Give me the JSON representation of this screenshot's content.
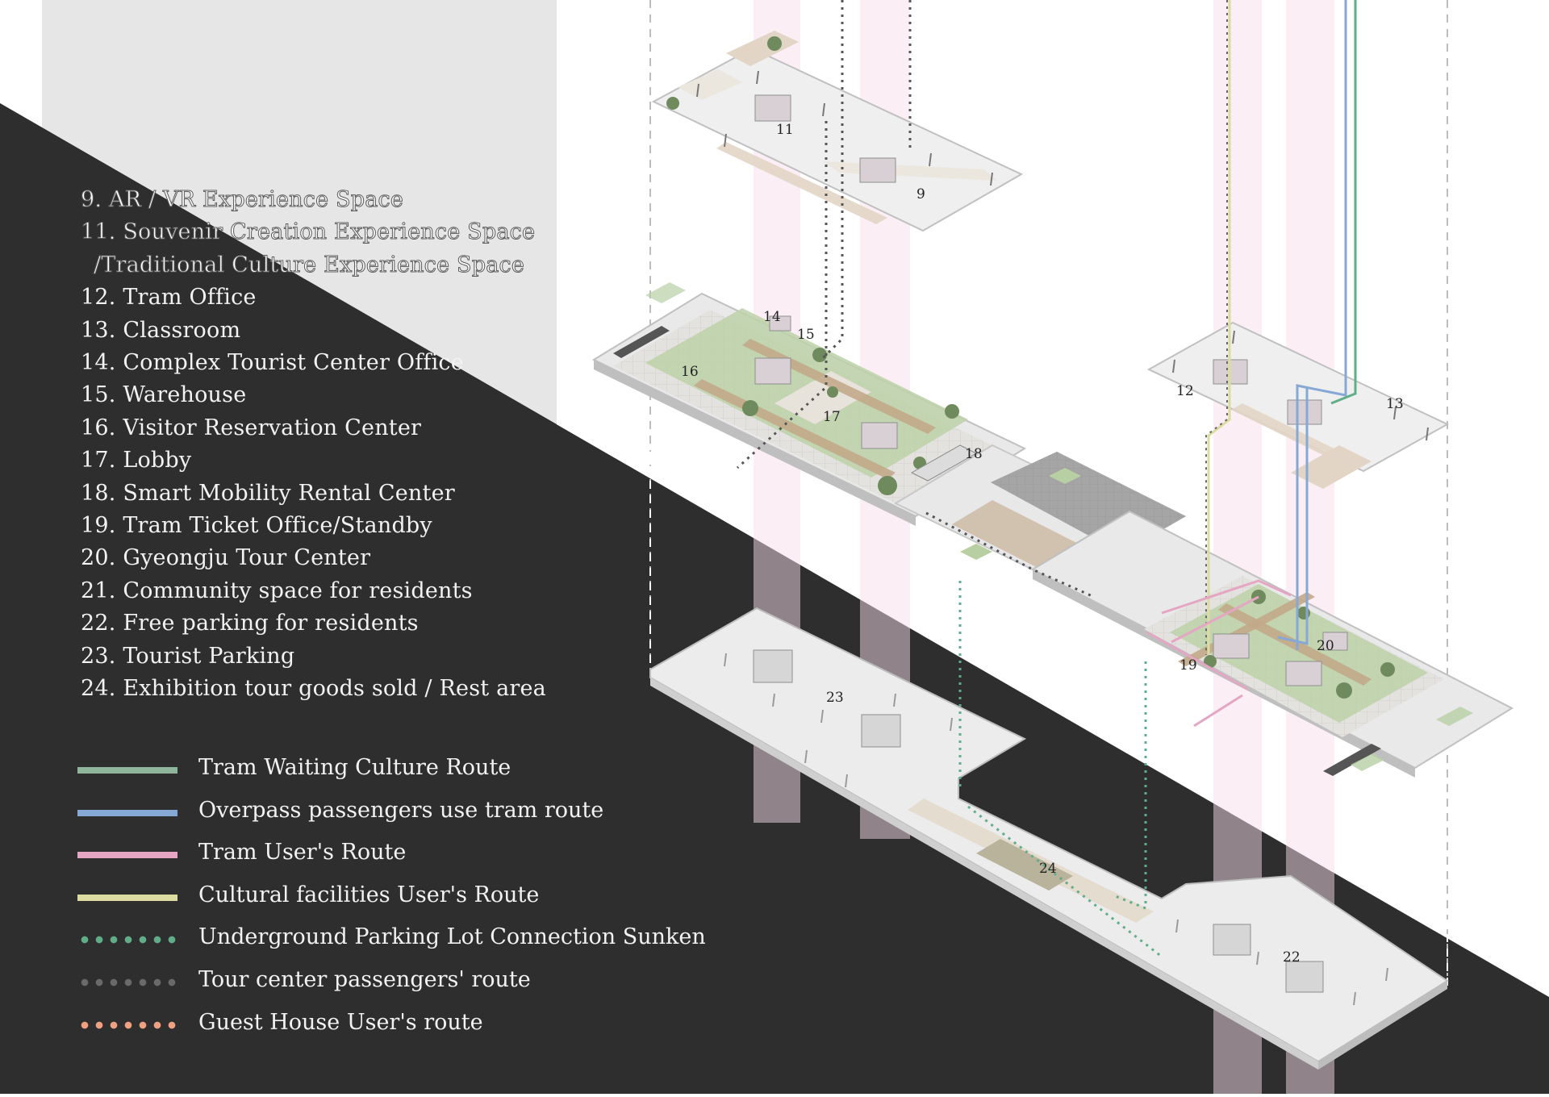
{
  "space_legend": [
    {
      "text": "9. AR / VR Experience Space",
      "style": "outlined"
    },
    {
      "text": "11. Souvenir Creation Experience Space",
      "style": "outlined"
    },
    {
      "text": "/Traditional Culture Experience Space",
      "style": "outlined-cont"
    },
    {
      "text": "12. Tram Office",
      "style": "plain"
    },
    {
      "text": "13. Classroom",
      "style": "plain"
    },
    {
      "text": "14. Complex Tourist Center Office",
      "style": "plain"
    },
    {
      "text": "15. Warehouse",
      "style": "plain"
    },
    {
      "text": "16. Visitor Reservation Center",
      "style": "plain"
    },
    {
      "text": "17. Lobby",
      "style": "plain"
    },
    {
      "text": "18. Smart Mobility Rental Center",
      "style": "plain"
    },
    {
      "text": "19. Tram Ticket Office/Standby",
      "style": "plain"
    },
    {
      "text": "20. Gyeongju Tour Center",
      "style": "plain"
    },
    {
      "text": "21. Community space for residents",
      "style": "plain"
    },
    {
      "text": "22. Free parking for residents",
      "style": "plain"
    },
    {
      "text": "23. Tourist Parking",
      "style": "plain"
    },
    {
      "text": "24. Exhibition tour goods sold / Rest area",
      "style": "plain"
    }
  ],
  "route_legend": [
    {
      "label": "Tram Waiting Culture Route",
      "color": "#8fb59a",
      "style": "solid"
    },
    {
      "label": "Overpass passengers use tram route",
      "color": "#86a8d4",
      "style": "solid"
    },
    {
      "label": "Tram User's Route",
      "color": "#e4a6c3",
      "style": "solid"
    },
    {
      "label": "Cultural facilities User's Route",
      "color": "#dcdba0",
      "style": "solid"
    },
    {
      "label": "Underground Parking Lot Connection Sunken",
      "color": "#5fae88",
      "style": "dots"
    },
    {
      "label": "Tour center passengers' route",
      "color": "#6a6a6a",
      "style": "dots"
    },
    {
      "label": "Guest House User's route",
      "color": "#f0a080",
      "style": "dots"
    }
  ],
  "plan_labels": {
    "n9": "9",
    "n11": "11",
    "n12": "12",
    "n13": "13",
    "n14": "14",
    "n15": "15",
    "n16": "16",
    "n17": "17",
    "n18": "18",
    "n19": "19",
    "n20": "20",
    "n22": "22",
    "n23": "23",
    "n24": "24"
  },
  "colors": {
    "dark_background": "#2e2e2e",
    "light_panel": "#e6e6e6",
    "slab": "#e9e9e9",
    "green_area": "#b8cfa4",
    "wood_path": "#c2a88a",
    "core_shaft": "#f7e4ec"
  }
}
